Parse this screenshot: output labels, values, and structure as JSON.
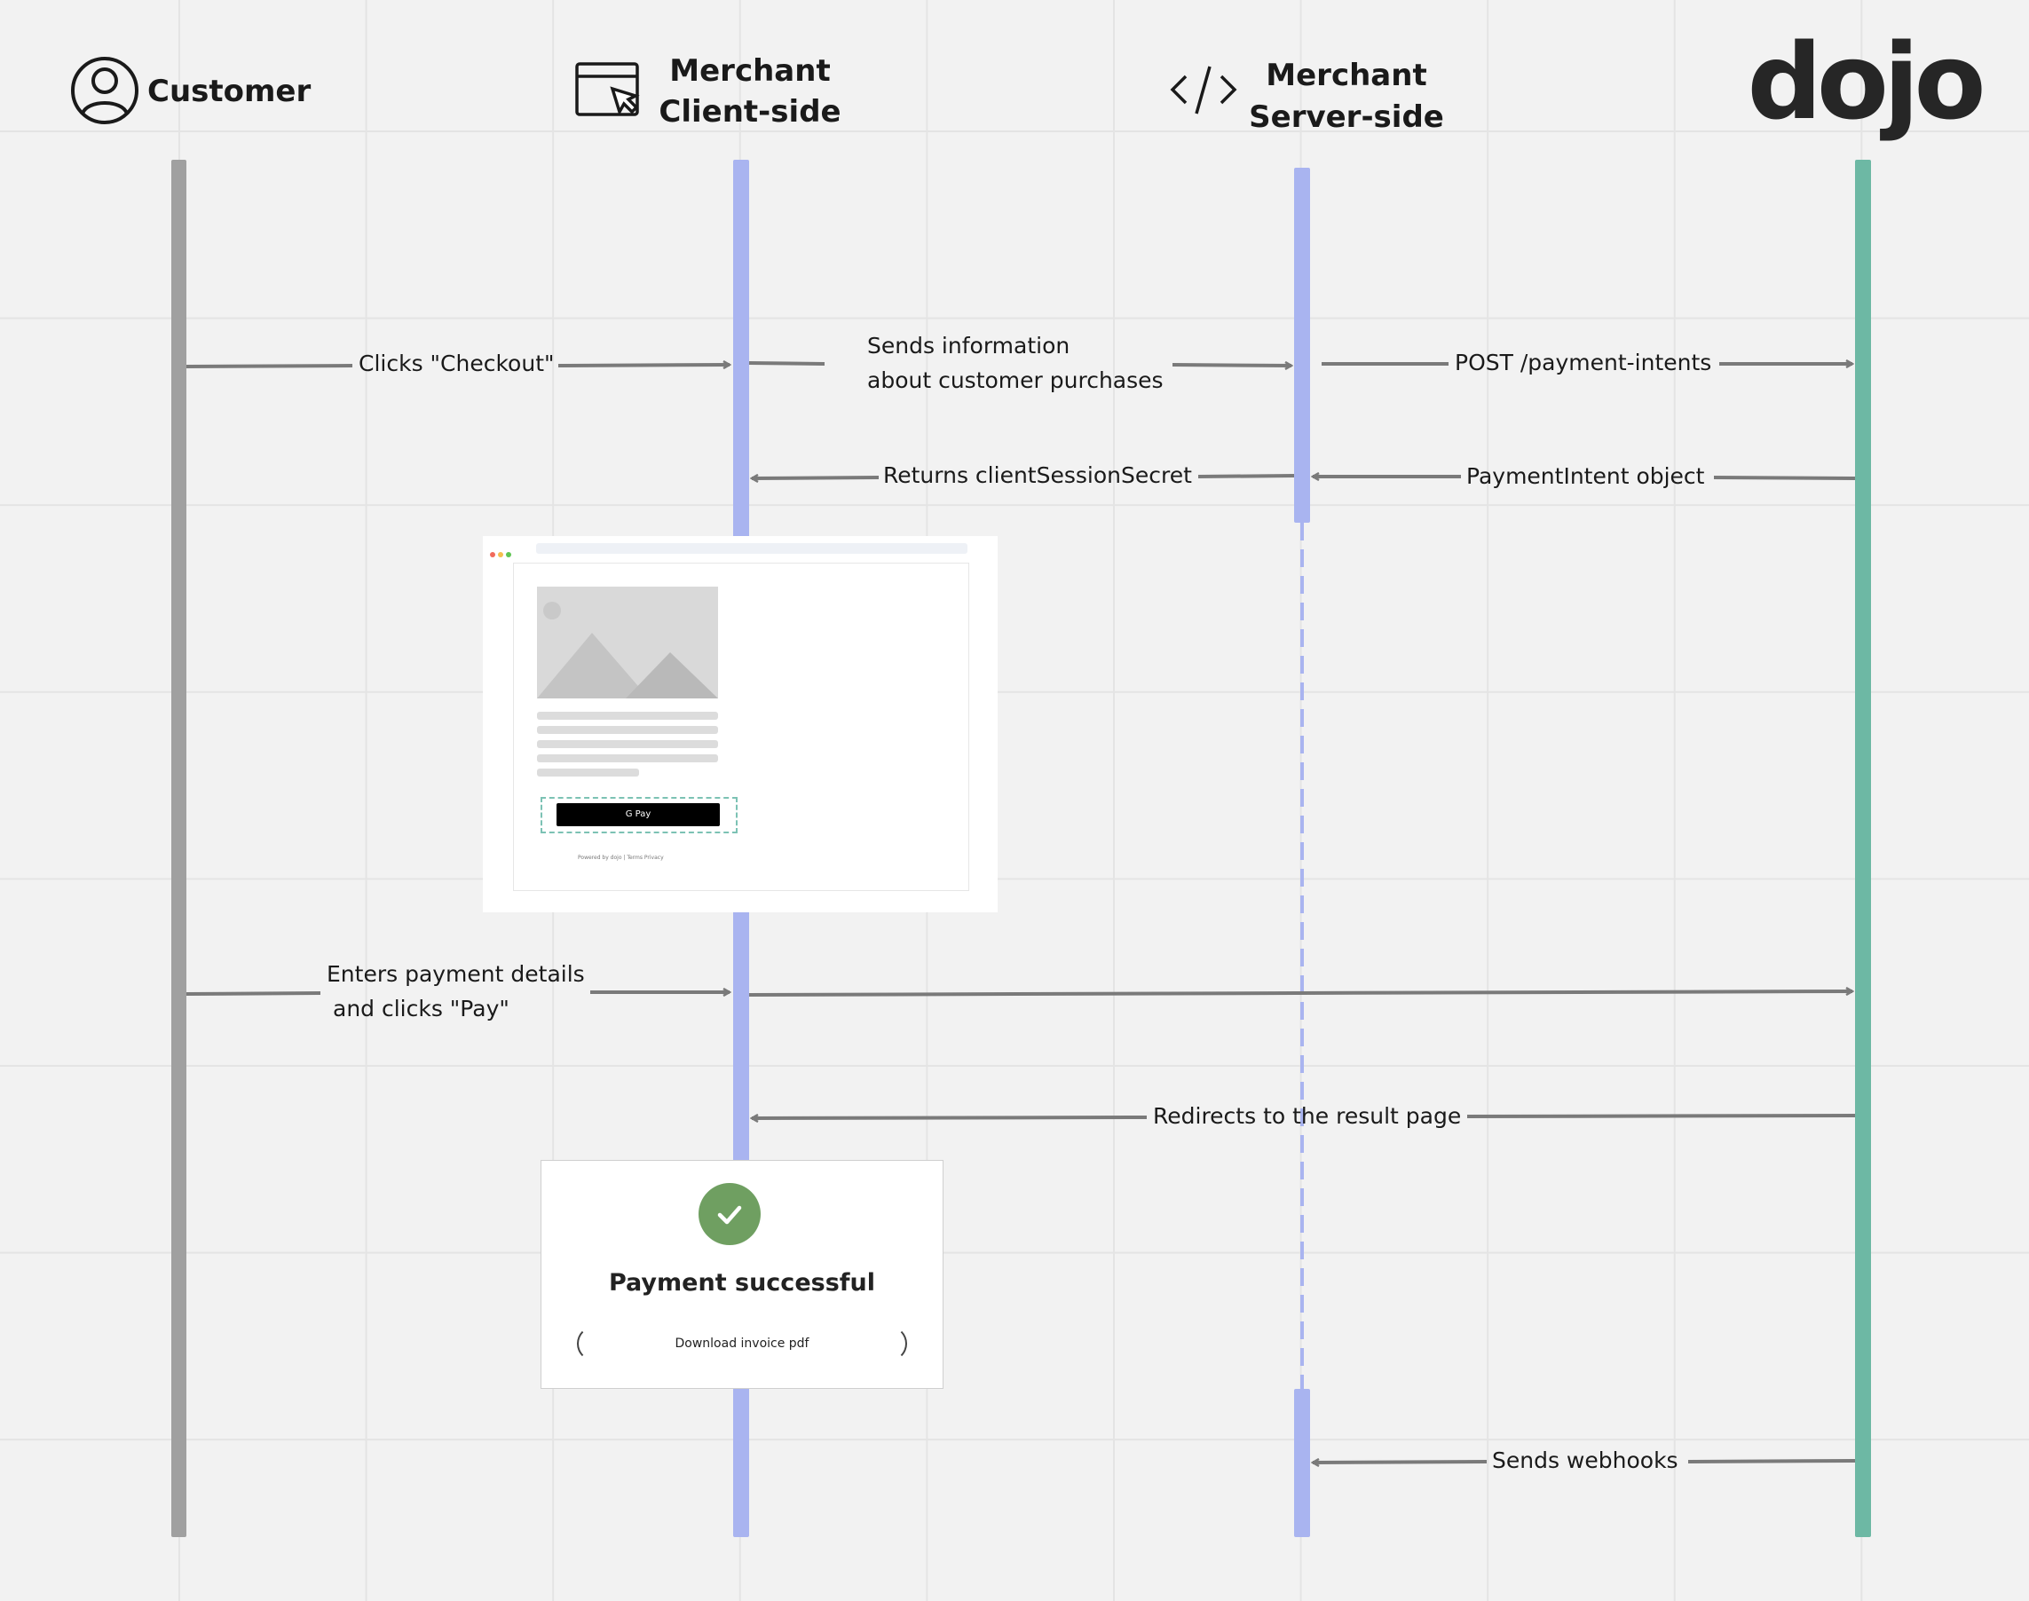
{
  "actors": {
    "customer": "Customer",
    "client_line1": "Merchant",
    "client_line2": "Client-side",
    "server_line1": "Merchant",
    "server_line2": "Server-side",
    "dojo": "dojo"
  },
  "messages": {
    "checkout": "Clicks \"Checkout\"",
    "sends_info_1": "Sends information",
    "sends_info_2": "about customer purchases",
    "post_intents": "POST /payment-intents",
    "returns_secret": "Returns clientSessionSecret",
    "payment_intent": "PaymentIntent object",
    "enters_details_1": "Enters payment details",
    "enters_details_2": "and clicks \"Pay\"",
    "redirects": "Redirects to the result page",
    "webhooks": "Sends webhooks"
  },
  "checkout_page": {
    "pay_button": "G Pay",
    "footer": "Powered by dojo  |  Terms    Privacy"
  },
  "result_page": {
    "title": "Payment successful",
    "download": "Download invoice pdf"
  },
  "colors": {
    "customer_line": "#a0a0a0",
    "merchant_line": "#a9b4f0",
    "dojo_line": "#6db8a4",
    "arrow": "#7a7a7a",
    "success": "#6f9f61"
  }
}
